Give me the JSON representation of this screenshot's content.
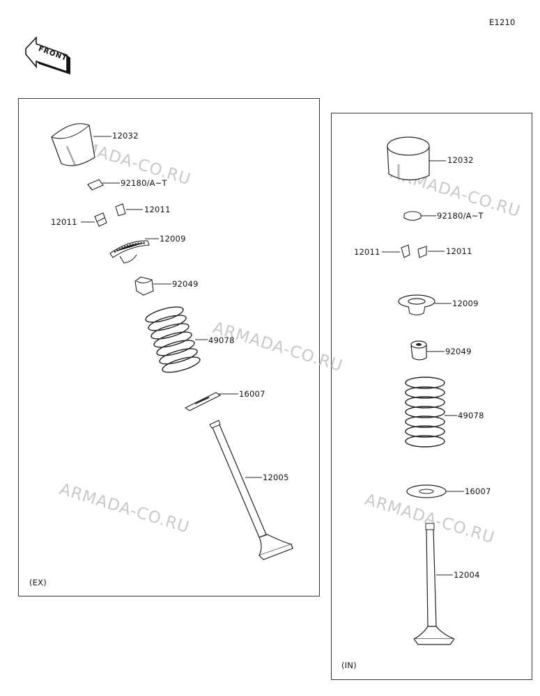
{
  "diagram_code": "E1210",
  "front_label": "FRONT",
  "watermark": "ARMADA-CO.RU",
  "exhaust_panel": {
    "label": "(EX)",
    "parts": [
      {
        "part_number": "12032"
      },
      {
        "part_number": "92180/A~T"
      },
      {
        "part_number": "12011"
      },
      {
        "part_number": "12011"
      },
      {
        "part_number": "12009"
      },
      {
        "part_number": "92049"
      },
      {
        "part_number": "49078"
      },
      {
        "part_number": "16007"
      },
      {
        "part_number": "12005"
      }
    ]
  },
  "intake_panel": {
    "label": "(IN)",
    "parts": [
      {
        "part_number": "12032"
      },
      {
        "part_number": "92180/A~T"
      },
      {
        "part_number": "12011"
      },
      {
        "part_number": "12011"
      },
      {
        "part_number": "12009"
      },
      {
        "part_number": "92049"
      },
      {
        "part_number": "49078"
      },
      {
        "part_number": "16007"
      },
      {
        "part_number": "12004"
      }
    ]
  }
}
